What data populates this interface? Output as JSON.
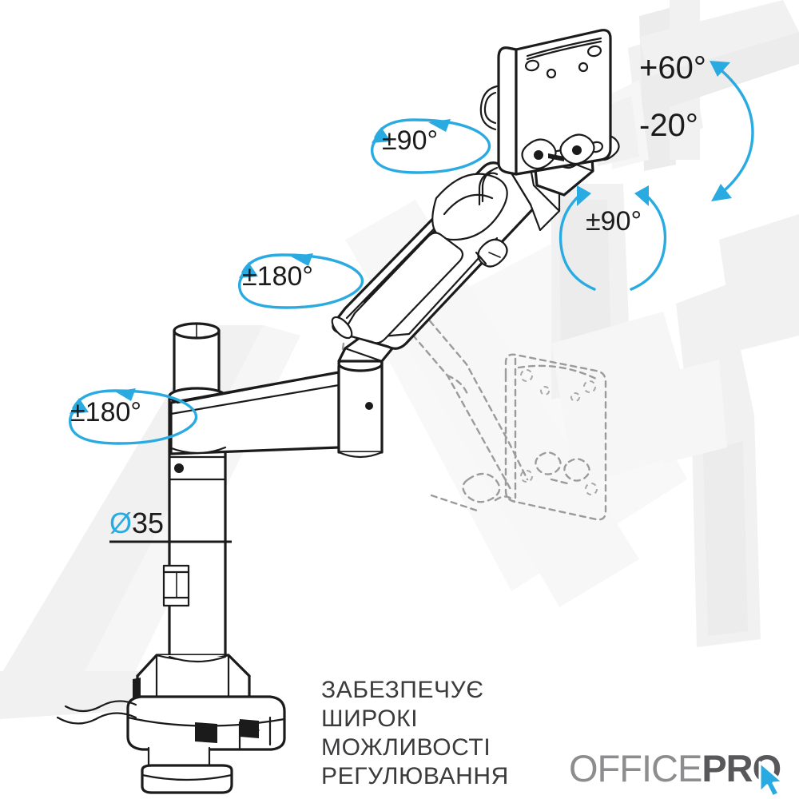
{
  "page": {
    "title": "OfficePro monitor arm adjustment diagram",
    "background_color": "#ffffff"
  },
  "colors": {
    "accent_blue": "#29abe2",
    "line_black": "#1b1b1b",
    "ghost_gray": "#f1f1f1",
    "ghost_dashed": "#9b9b9b",
    "text_gray": "#3b3b3d",
    "logo_light": "#8d8d8f",
    "logo_dark": "#58585b"
  },
  "annotations": {
    "tilt_up": {
      "label": "+60°",
      "name": "tilt-up-angle-label"
    },
    "tilt_down": {
      "label": "-20°",
      "name": "tilt-down-angle-label"
    },
    "screen_rotate": {
      "label": "±90°",
      "name": "screen-rotation-angle-label"
    },
    "head_swivel": {
      "label": "±90°",
      "name": "head-swivel-angle-label"
    },
    "arm_rotate": {
      "label": "±180°",
      "name": "arm-rotation-angle-label"
    },
    "pole_rotate": {
      "label": "±180°",
      "name": "pole-rotation-angle-label"
    },
    "diameter": {
      "symbol": "Ø",
      "value": "35",
      "name": "pole-diameter-label"
    }
  },
  "caption": {
    "lines": [
      "ЗАБЕЗПЕЧУЄ",
      "ШИРОКІ",
      "МОЖЛИВОСТІ",
      "РЕГУЛЮВАННЯ"
    ],
    "full_text": "ЗАБЕЗПЕЧУЄ\nШИРОКІ\nМОЖЛИВОСТІ\nРЕГУЛЮВАННЯ"
  },
  "logo": {
    "part_light": "OFFICE",
    "part_bold": "PRO",
    "cursor_icon": "mouse-cursor-icon"
  },
  "product": {
    "parts": [
      "vesa-mount-plate",
      "tilt-head-joint",
      "gas-spring-arm",
      "arm-elbow-joint",
      "horizontal-arm",
      "vertical-pole",
      "pole-collar",
      "desk-clamp-base",
      "clamp-foot",
      "cable-routing"
    ]
  }
}
